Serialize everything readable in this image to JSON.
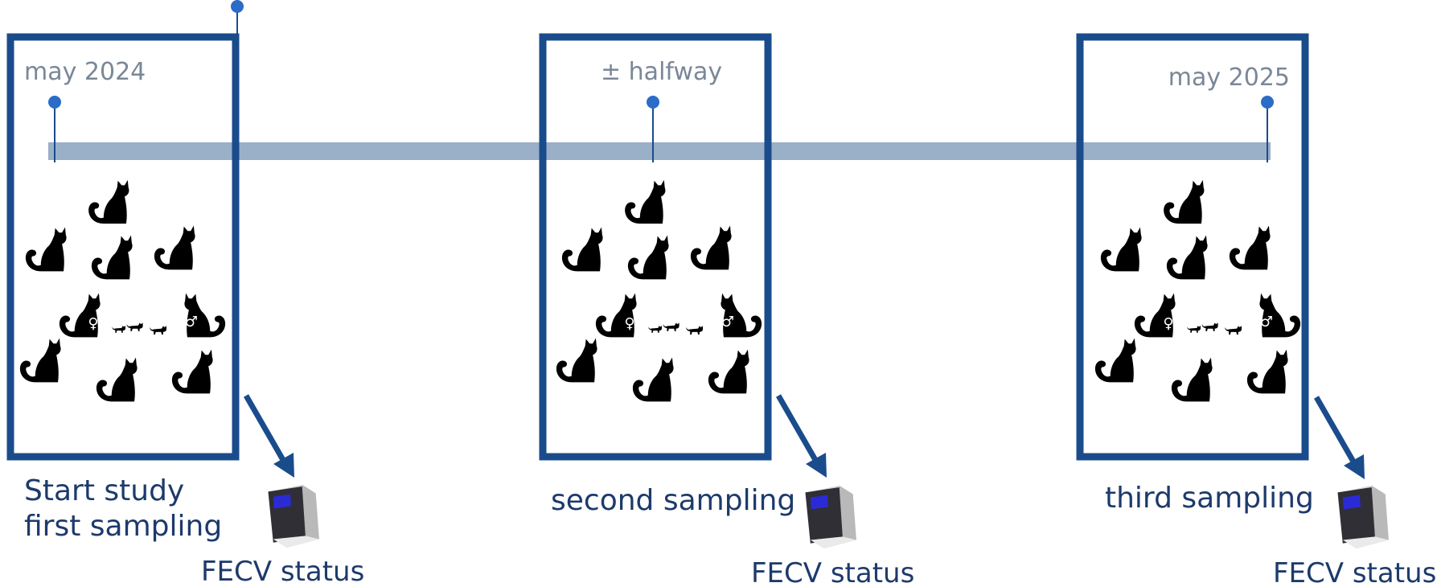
{
  "colors": {
    "frame": "#1a4c8c",
    "timeline_bar": "#9aafc8",
    "pin": "#2a6cc7",
    "date_text": "#7a8797",
    "label_text": "#1d3a6b",
    "cat": "#000000",
    "device_screen": "#2b2bd6"
  },
  "timeline": {
    "top_label": "",
    "markers": [
      {
        "label": "may 2024"
      },
      {
        "label": "± halfway"
      },
      {
        "label": "may 2025"
      }
    ]
  },
  "panels": [
    {
      "caption_line1": "Start study",
      "caption_line2": "first sampling",
      "device_label": "FECV status"
    },
    {
      "caption_line1": "second sampling",
      "caption_line2": "",
      "device_label": "FECV status"
    },
    {
      "caption_line1": "third sampling",
      "caption_line2": "",
      "device_label": "FECV status"
    }
  ],
  "icons": {
    "cat": "cat-silhouette-icon",
    "kitten": "kitten-icon",
    "device": "pcr-analyzer-icon",
    "arrow": "arrow-icon",
    "female_symbol": "♀",
    "male_symbol": "♂"
  }
}
